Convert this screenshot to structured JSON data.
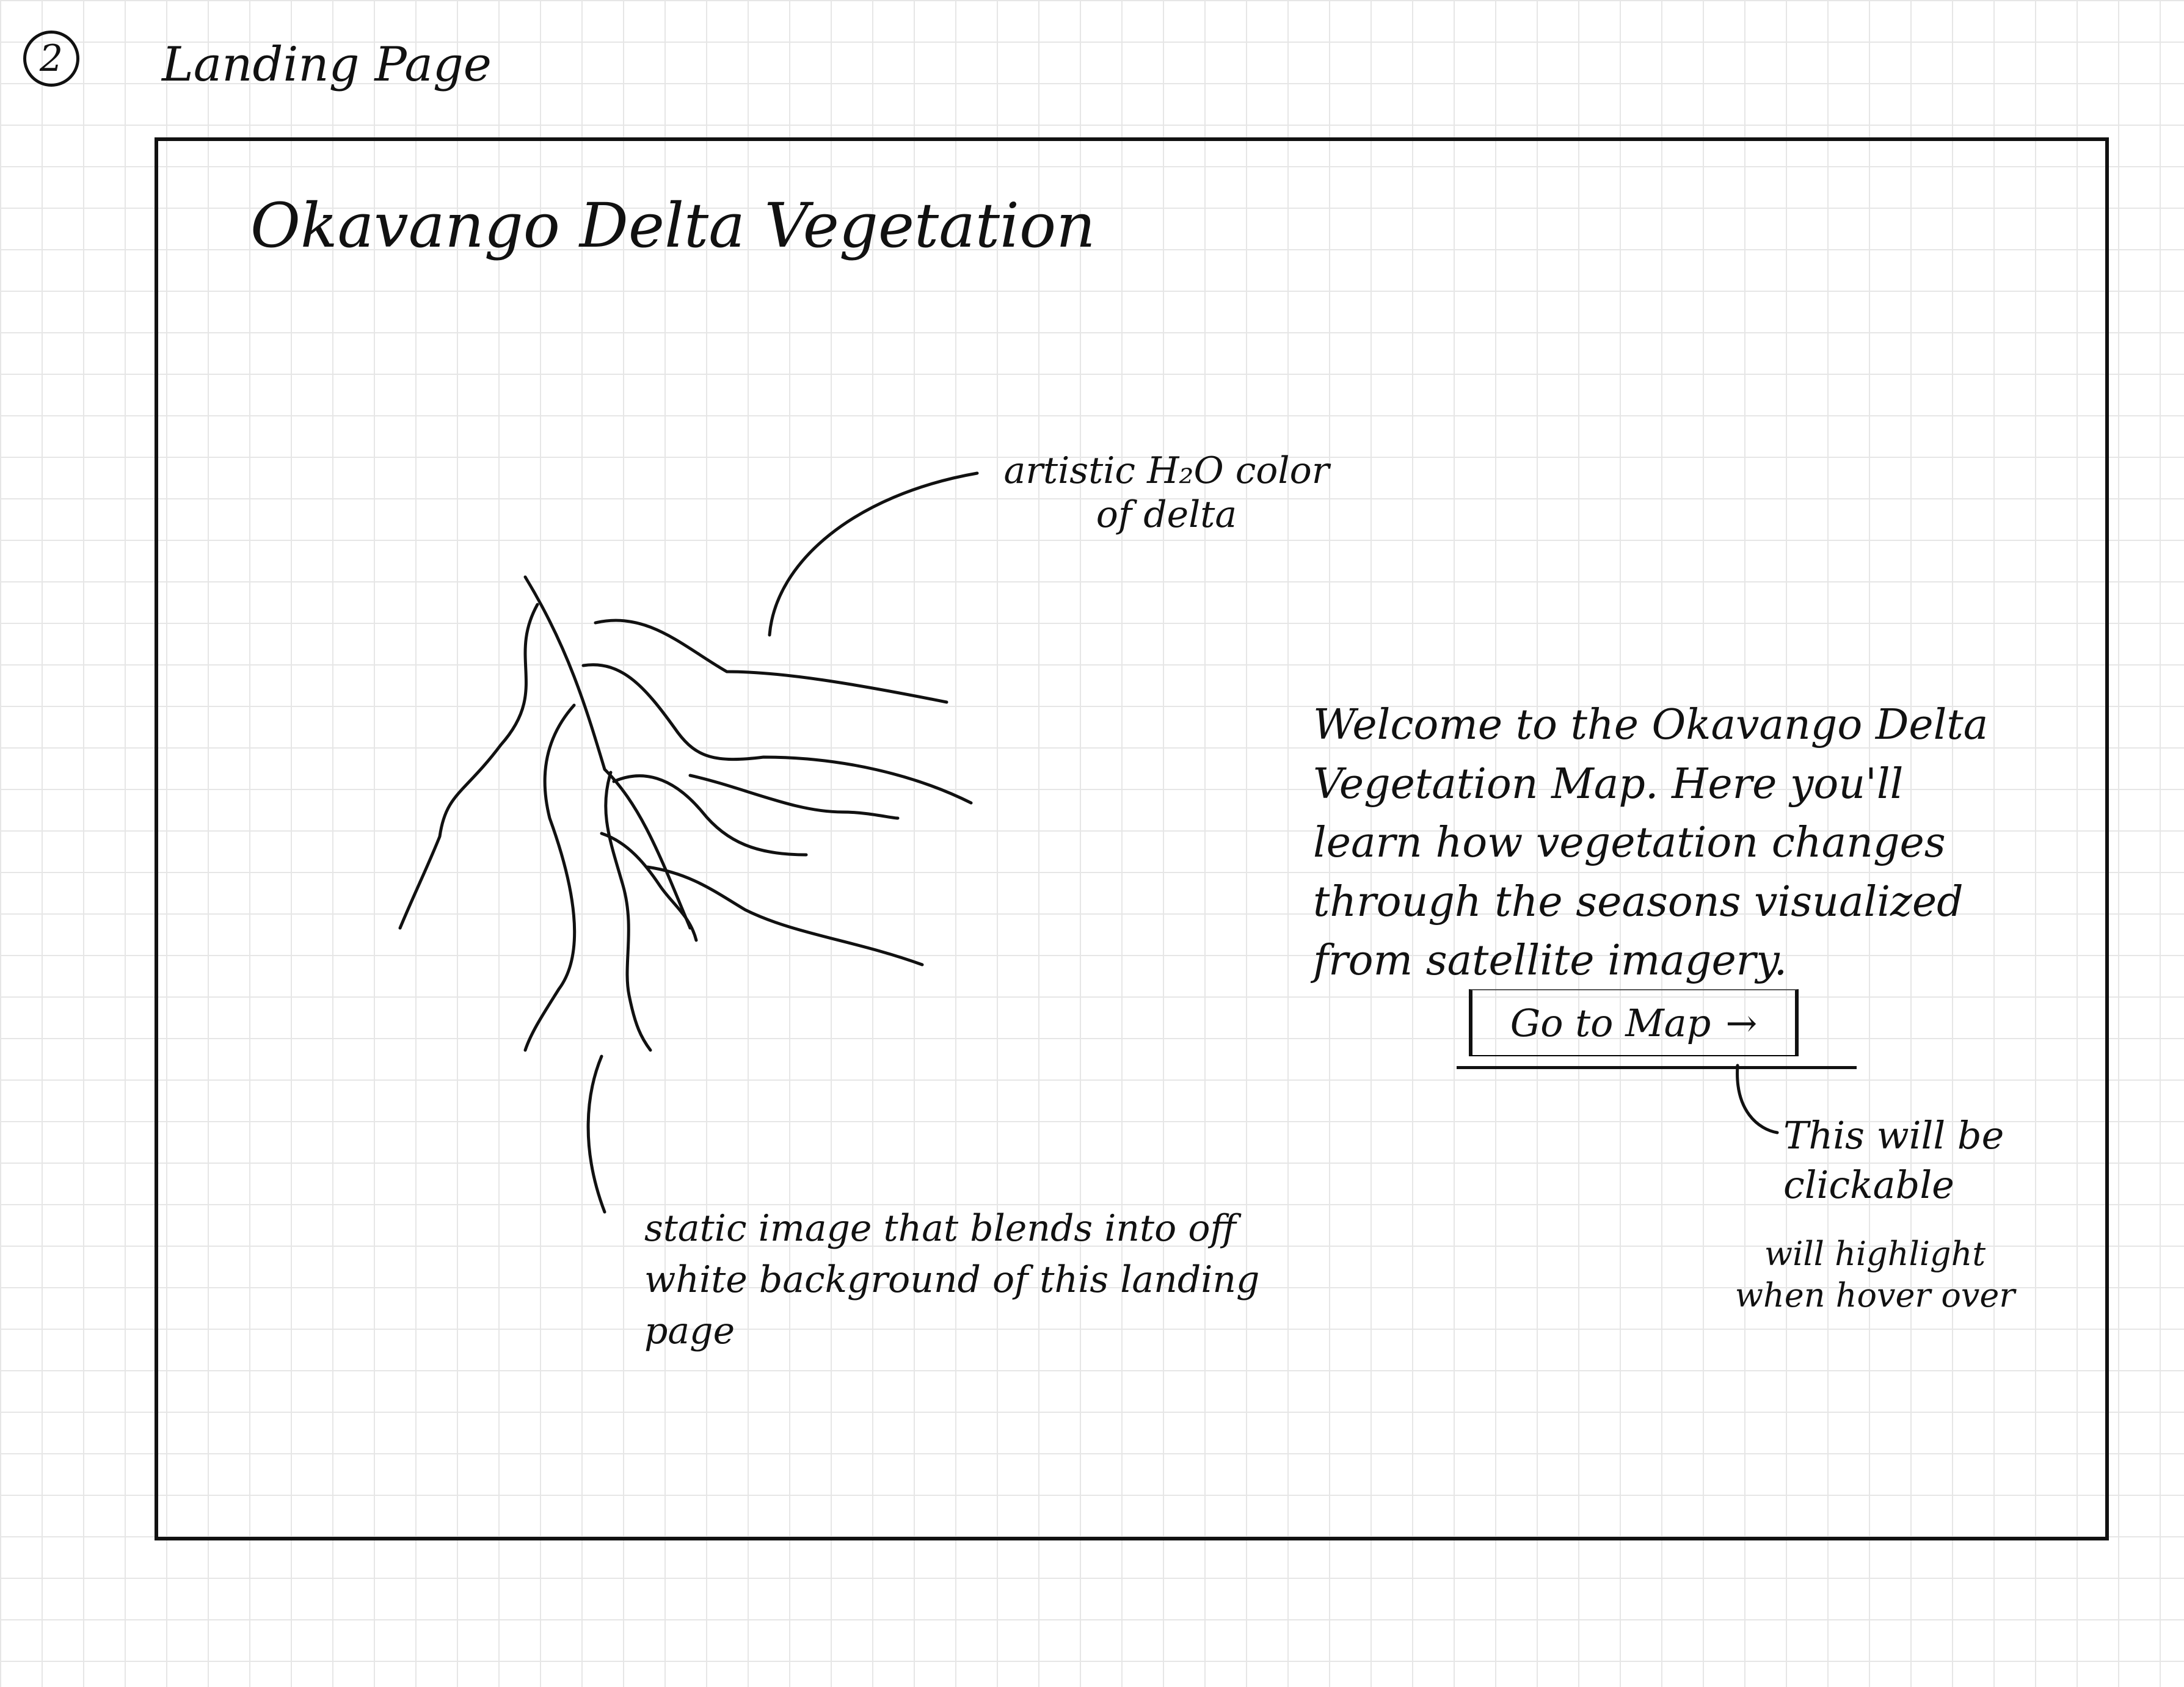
{
  "sketch": {
    "page_number": "2",
    "title": "Landing Page"
  },
  "landing_page": {
    "site_title": "Okavango Delta Vegetation",
    "welcome_text": "Welcome to the Okavango Delta Vegetation Map. Here you'll learn how vegetation changes through the seasons visualized from satellite imagery.",
    "button": {
      "label": "Go to Map",
      "arrow": "→"
    }
  },
  "annotations": {
    "watercolor": "artistic H₂O color of delta",
    "static_image": "static image that blends into off white background of this landing page",
    "clickable": "This will be clickable",
    "hover": "will highlight when hover over"
  },
  "icons": {
    "delta_image": "river-delta-sketch",
    "button_arrow": "arrow-right-icon"
  },
  "colors": {
    "ink": "#111111",
    "paper": "#ffffff",
    "grid": "#e6e6e6"
  }
}
